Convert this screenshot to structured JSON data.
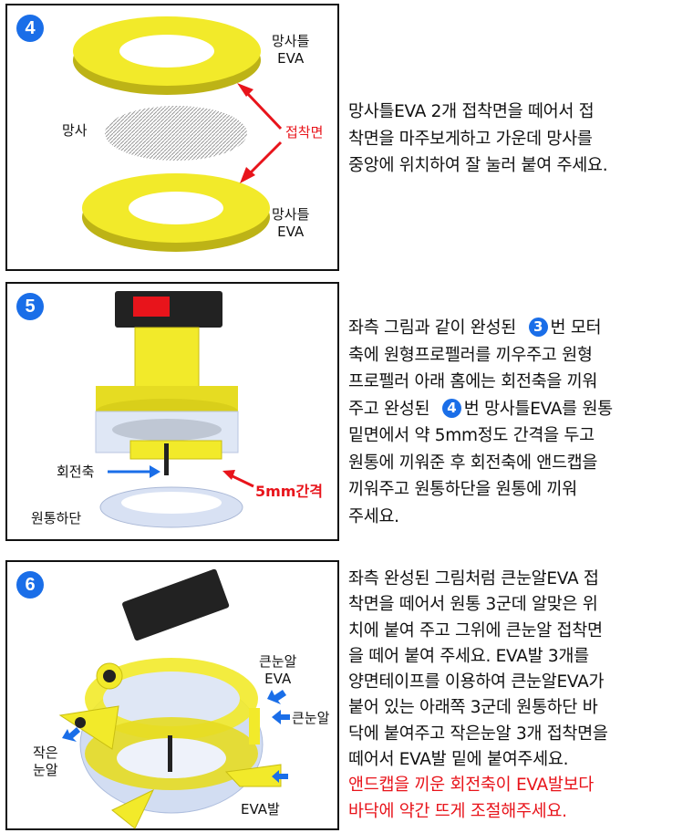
{
  "step4": {
    "number": "4",
    "labels": {
      "top_ring": "망사틀\nEVA",
      "mesh": "망사",
      "adhesive": "접착면",
      "bottom_ring": "망사틀\nEVA"
    },
    "description": [
      "망사틀EVA 2개 접착면을 떼어서 접",
      "착면을 마주보게하고 가운데 망사를",
      "중앙에 위치하여 잘 눌러 붙여 주세요."
    ]
  },
  "step5": {
    "number": "5",
    "labels": {
      "shaft": "회전축",
      "gap": "5mm간격",
      "bottom": "원통하단"
    },
    "description": {
      "line1_before": "좌측 그림과 같이 완성된 ",
      "line1_badge": "3",
      "line1_after": "번 모터",
      "line2": "축에 원형프로펠러를 끼우주고 원형",
      "line3": "프로펠러 아래 홈에는 회전축을 끼워",
      "line4_before": "주고 완성된 ",
      "line4_badge": "4",
      "line4_after": "번 망사틀EVA를 원통",
      "line5": "밑면에서 약 5mm정도 간격을 두고",
      "line6": "원통에 끼워준 후 회전축에 앤드캡을",
      "line7": "끼워주고 원통하단을 원통에 끼워",
      "line8": "주세요."
    }
  },
  "step6": {
    "number": "6",
    "labels": {
      "big_eye_eva": "큰눈알\nEVA",
      "big_eye": "큰눈알",
      "small_eye": "작은\n눈알",
      "eva_foot": "EVA발"
    },
    "description": [
      "좌측 완성된 그림처럼 큰눈알EVA 접",
      "착면을 떼어서 원통 3군데 알맞은 위",
      "치에 붙여 주고 그위에 큰눈알 접착면",
      "을 떼어 붙여 주세요. EVA발 3개를",
      "양면테이프를 이용하여 큰눈알EVA가",
      "붙어 있는 아래쪽 3군데 원통하단 바",
      "닥에 붙여주고 작은눈알 3개 접착면을",
      "떼어서 EVA발 밑에 붙여주세요."
    ],
    "warning": [
      "앤드캡을 끼운 회전축이 EVA발보다",
      "바닥에 약간 뜨게 조절해주세요."
    ]
  },
  "colors": {
    "badge": "#1a6ee8",
    "accent_red": "#e8141b",
    "eva_yellow": "#f2ea2a",
    "arrow_blue": "#1a6ee8"
  }
}
